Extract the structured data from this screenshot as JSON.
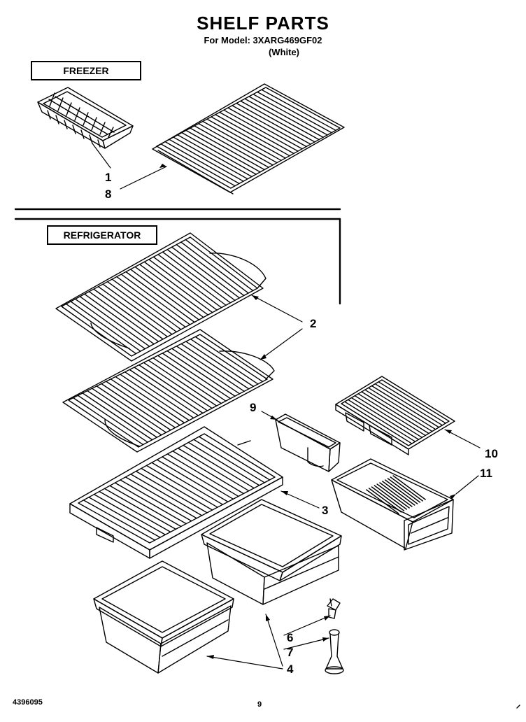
{
  "header": {
    "title": "SHELF PARTS",
    "model_line": "For Model: 3XARG469GF02",
    "color_line": "(White)"
  },
  "sections": {
    "freezer": "FREEZER",
    "refrigerator": "REFRIGERATOR"
  },
  "callouts": {
    "c1": "1",
    "c8": "8",
    "c2": "2",
    "c9": "9",
    "c10": "10",
    "c11": "11",
    "c3": "3",
    "c6": "6",
    "c7": "7",
    "c4": "4"
  },
  "footer": {
    "doc_number": "4396095",
    "page_number": "9"
  }
}
